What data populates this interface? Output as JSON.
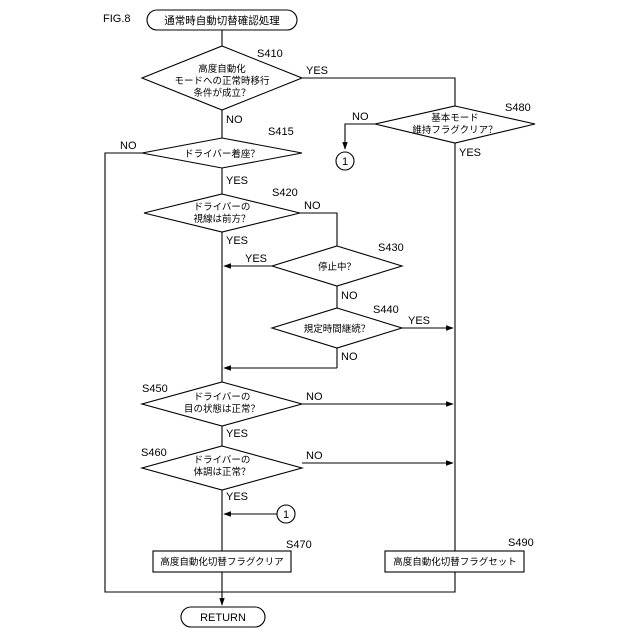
{
  "figure_label": "FIG.8",
  "nodes": {
    "start": {
      "lines": [
        "通常時自動切替確認処理"
      ]
    },
    "s410": {
      "step": "S410",
      "lines": [
        "高度自動化",
        "モードへの正常時移行",
        "条件が成立？"
      ]
    },
    "s415": {
      "step": "S415",
      "lines": [
        "ドライバー着座？"
      ]
    },
    "s420": {
      "step": "S420",
      "lines": [
        "ドライバーの",
        "視線は前方？"
      ]
    },
    "s430": {
      "step": "S430",
      "lines": [
        "停止中？"
      ]
    },
    "s440": {
      "step": "S440",
      "lines": [
        "規定時間継続？"
      ]
    },
    "s450": {
      "step": "S450",
      "lines": [
        "ドライバーの",
        "目の状態は正常？"
      ]
    },
    "s460": {
      "step": "S460",
      "lines": [
        "ドライバーの",
        "体調は正常？"
      ]
    },
    "s470": {
      "step": "S470",
      "lines": [
        "高度自動化切替フラグクリア"
      ]
    },
    "s480": {
      "step": "S480",
      "lines": [
        "基本モード",
        "維持フラグクリア？"
      ]
    },
    "s490": {
      "step": "S490",
      "lines": [
        "高度自動化切替フラグセット"
      ]
    },
    "end": {
      "lines": [
        "RETURN"
      ]
    }
  },
  "connectors": {
    "c1": "1",
    "c2": "1"
  },
  "branch_labels": {
    "yes": "YES",
    "no": "NO"
  }
}
